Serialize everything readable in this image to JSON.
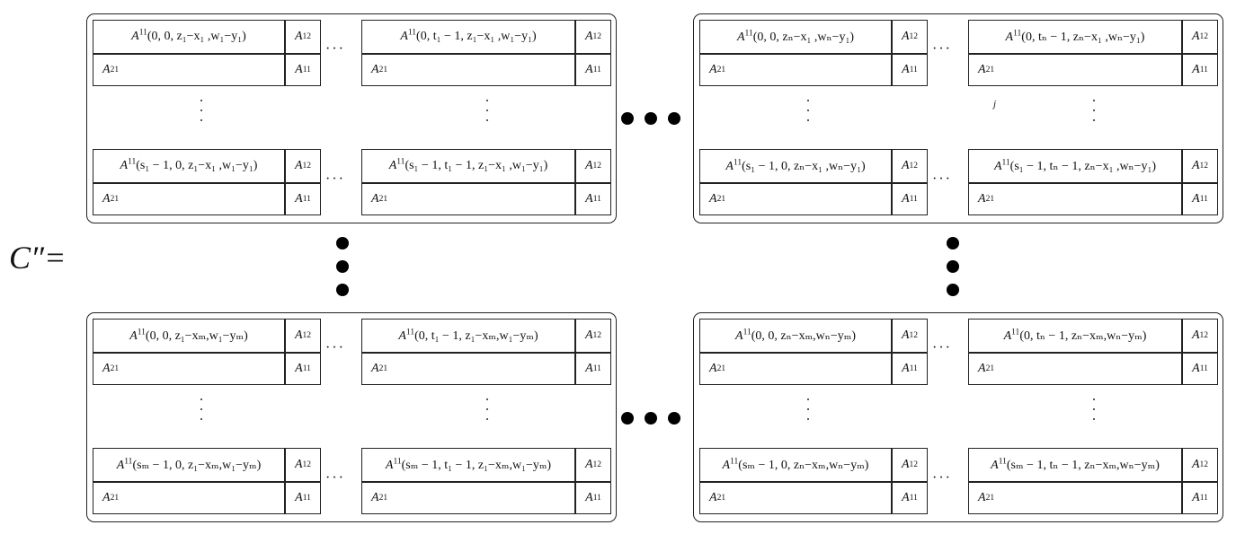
{
  "lhs": "C″=",
  "stray_label": "j",
  "corner_labels": {
    "a12": "A",
    "a12_sup": "12",
    "a21": "A",
    "a21_sup": "21",
    "a11": "A",
    "a11_sup": "11"
  },
  "hellipsis": "···",
  "block_tl": {
    "b00": "0, 0, z₁−x₁ ,w₁−y₁",
    "b01": "0, t₁ − 1, z₁−x₁ ,w₁−y₁",
    "b10": "s₁ − 1, 0, z₁−x₁ ,w₁−y₁",
    "b11": "s₁ − 1, t₁ − 1, z₁−x₁ ,w₁−y₁"
  },
  "block_tr": {
    "b00": "0, 0, zₙ−x₁ ,wₙ−y₁",
    "b01": "0, tₙ − 1, zₙ−x₁ ,wₙ−y₁",
    "b10": "s₁ − 1, 0, zₙ−x₁ ,wₙ−y₁",
    "b11": "s₁ − 1, tₙ − 1, zₙ−x₁ ,wₙ−y₁"
  },
  "block_bl": {
    "b00": "0, 0, z₁−xₘ,w₁−yₘ",
    "b01": "0, t₁ − 1, z₁−xₘ,w₁−yₘ",
    "b10": "sₘ − 1, 0, z₁−xₘ,w₁−yₘ",
    "b11": "sₘ − 1, t₁ − 1, z₁−xₘ,w₁−yₘ"
  },
  "block_br": {
    "b00": "0, 0, zₙ−xₘ,wₙ−yₘ",
    "b01": "0, tₙ − 1, zₙ−xₘ,wₙ−yₘ",
    "b10": "sₘ − 1, 0, zₙ−xₘ,wₙ−yₘ",
    "b11": "sₘ − 1, tₙ − 1, zₙ−xₘ,wₙ−yₘ"
  }
}
